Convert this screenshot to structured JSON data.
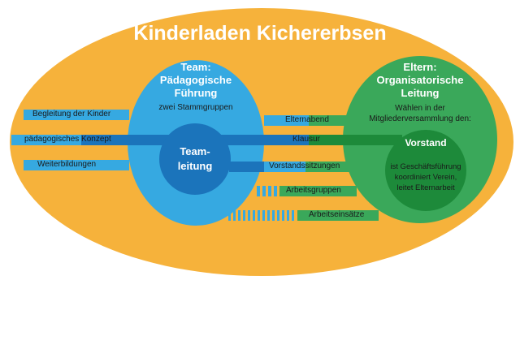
{
  "title": "Kinderladen Kichererbsen",
  "team": {
    "heading_line1": "Team:",
    "heading_line2": "Pädagogische",
    "heading_line3": "Führung",
    "subtitle": "zwei Stammgruppen"
  },
  "teamleitung": {
    "line1": "Team-",
    "line2": "leitung"
  },
  "eltern": {
    "heading_line1": "Eltern:",
    "heading_line2": "Organisatorische",
    "heading_line3": "Leitung",
    "subtitle_line1": "Wählen in der",
    "subtitle_line2": "Mitgliederversammlung den:"
  },
  "vorstand": {
    "title": "Vorstand",
    "desc_line1": "ist Geschäftsführung",
    "desc_line2": "koordiniert Verein,",
    "desc_line3": "leitet Elternarbeit"
  },
  "left_bars": {
    "begleitung": "Begleitung der Kinder",
    "konzept": "pädagogisches Konzept",
    "weiterbildungen": "Weiterbildungen"
  },
  "right_bars": {
    "elternabend": "Elternabend",
    "klausur": "Klausur",
    "vorstandssitzungen": "Vorstandssitzungen",
    "arbeitsgruppen": "Arbeitsgruppen",
    "arbeitseinsaetze": "Arbeitseinsätze"
  },
  "colors": {
    "orange": "#f6b23b",
    "team_blue": "#36a9e1",
    "dark_blue": "#1b74bb",
    "green": "#3aa85a",
    "dark_green": "#1d8a3a",
    "white": "#ffffff"
  }
}
